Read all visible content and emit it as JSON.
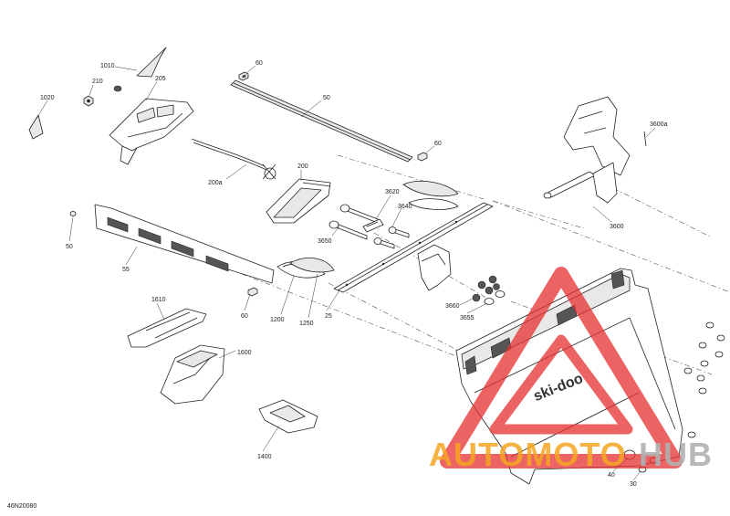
{
  "diagram": {
    "figure_code": "46N20080",
    "callouts": [
      {
        "id": "c1010",
        "text": "1010"
      },
      {
        "id": "c210",
        "text": "210"
      },
      {
        "id": "c205",
        "text": "205"
      },
      {
        "id": "c1020",
        "text": "1020"
      },
      {
        "id": "c60a",
        "text": "60"
      },
      {
        "id": "c50",
        "text": "50"
      },
      {
        "id": "c60b",
        "text": "60"
      },
      {
        "id": "c200a",
        "text": "200a"
      },
      {
        "id": "c200",
        "text": "200"
      },
      {
        "id": "c3620",
        "text": "3620"
      },
      {
        "id": "c3640",
        "text": "3640"
      },
      {
        "id": "c3650",
        "text": "3650"
      },
      {
        "id": "c3600a",
        "text": "3600a"
      },
      {
        "id": "c3600",
        "text": "3600"
      },
      {
        "id": "c50b",
        "text": "50"
      },
      {
        "id": "c55",
        "text": "55"
      },
      {
        "id": "c1610",
        "text": "1610"
      },
      {
        "id": "c60c",
        "text": "60"
      },
      {
        "id": "c1200",
        "text": "1200"
      },
      {
        "id": "c1250",
        "text": "1250"
      },
      {
        "id": "c25",
        "text": "25"
      },
      {
        "id": "c3660",
        "text": "3660"
      },
      {
        "id": "c3655",
        "text": "3655"
      },
      {
        "id": "c1600",
        "text": "1600"
      },
      {
        "id": "c1400",
        "text": "1400"
      },
      {
        "id": "c40",
        "text": "40"
      },
      {
        "id": "c30",
        "text": "30"
      }
    ],
    "flap_logo": "ski-doo"
  },
  "watermark": {
    "text_orange": "AUTOMOTO",
    "text_gray": "HUB",
    "color_red": "#e63030",
    "color_orange": "#f5a623",
    "color_gray": "#b0b0b0"
  }
}
